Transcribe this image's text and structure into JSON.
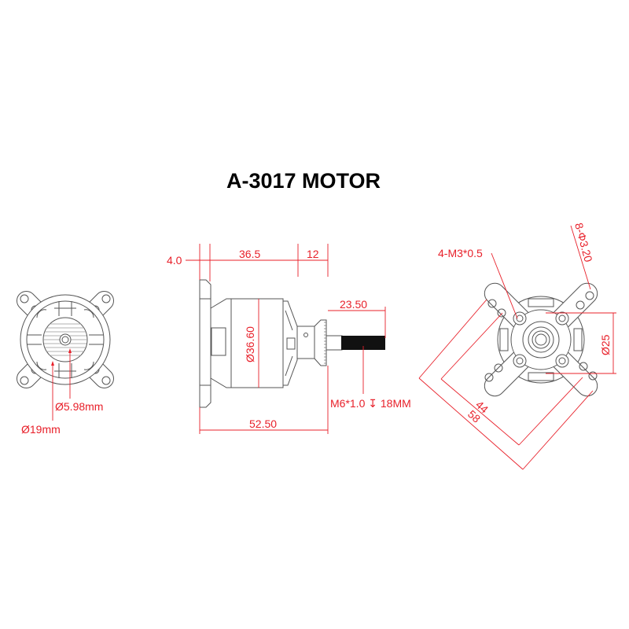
{
  "title": "A-3017 MOTOR",
  "colors": {
    "dimension": "#e8202a",
    "outline": "#555555",
    "title": "#000000"
  },
  "front_view": {
    "shaft_diameter": "Ø5.98mm",
    "hub_diameter": "Ø19mm"
  },
  "side_view": {
    "mount_thickness": "4.0",
    "body_length": "36.5",
    "adapter_length": "12",
    "shaft_length": "23.50",
    "body_diameter": "Ø36.60",
    "thread_spec": "M6*1.0 ↧ 18MM",
    "total_length": "52.50"
  },
  "rear_view": {
    "screw_holes": "4-M3*0.5",
    "mount_holes": "8-Φ3.20",
    "bolt_circle": "Ø25",
    "inner_spacing": "44",
    "outer_spacing": "58"
  }
}
